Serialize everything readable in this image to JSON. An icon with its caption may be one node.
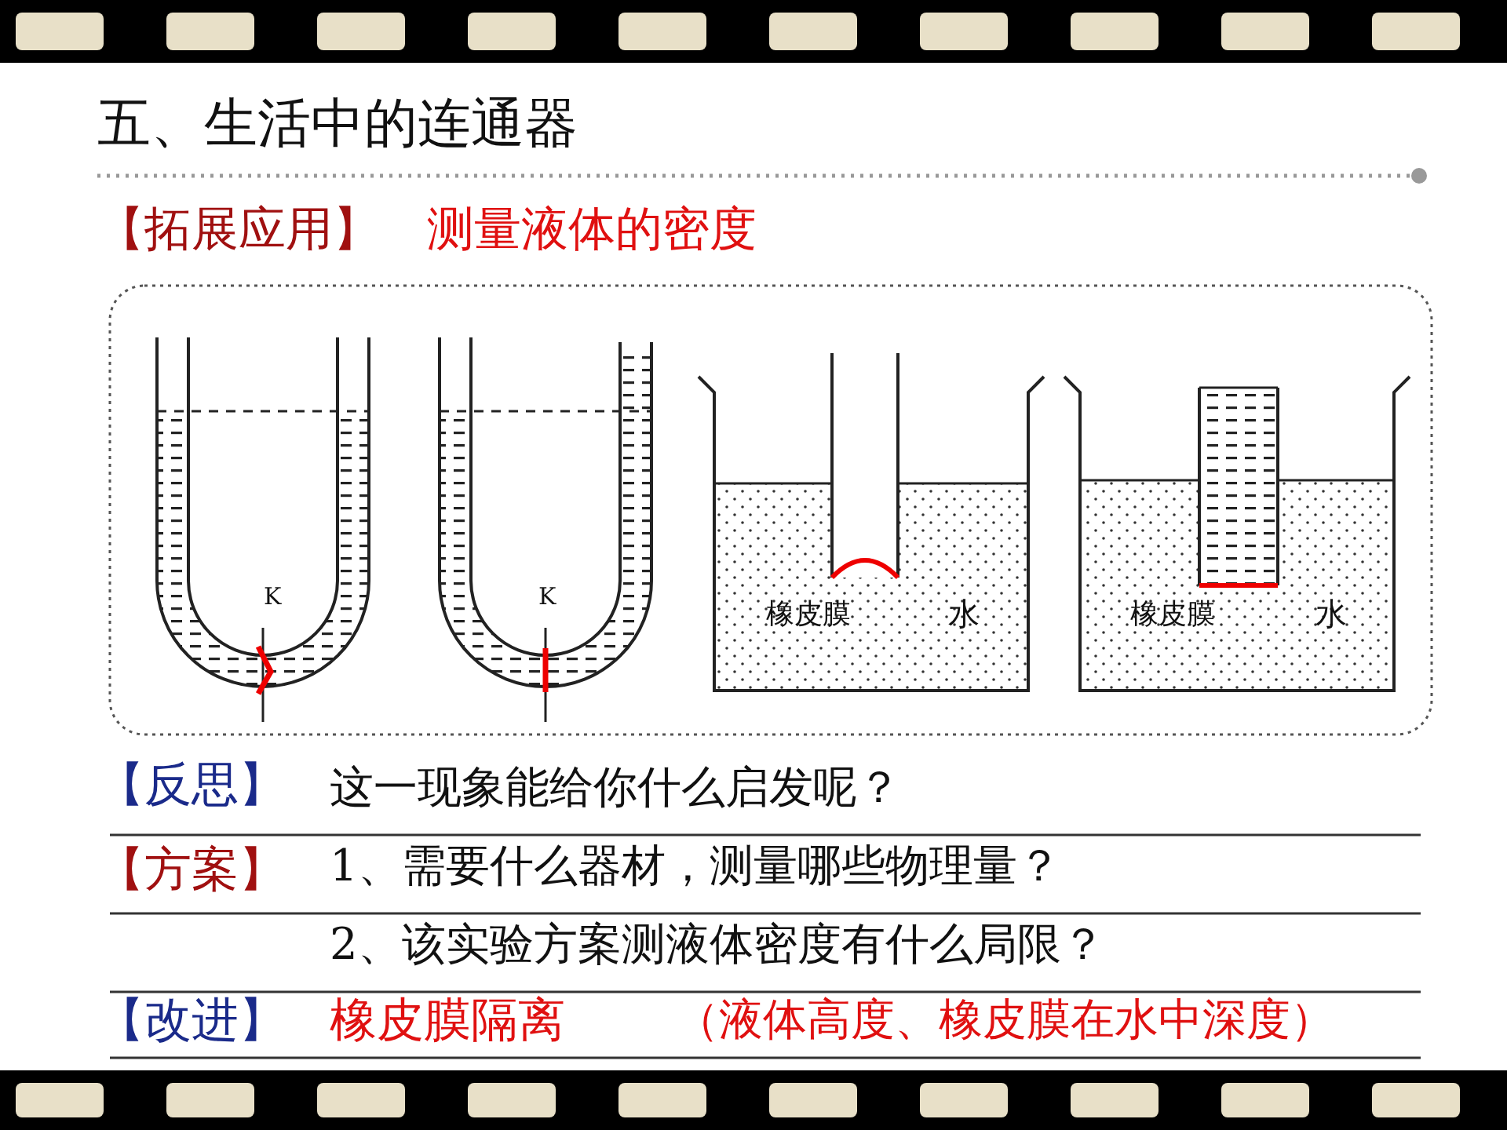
{
  "diagram": {
    "title": "五、生活中的连通器",
    "labels": [
      "【拓展应用】",
      "测量液体的密度",
      "K",
      "K",
      "橡皮膜",
      "水",
      "橡皮膜",
      "水",
      "【反思】",
      "这一现象能给你什么启发呢？",
      "【方案】",
      "1、需要什么器材，测量哪些物理量？",
      "2、该实验方案测液体密度有什么局限？",
      "【改进】",
      "橡皮膜隔离",
      "（液体高度、橡皮膜在水中深度）"
    ]
  }
}
